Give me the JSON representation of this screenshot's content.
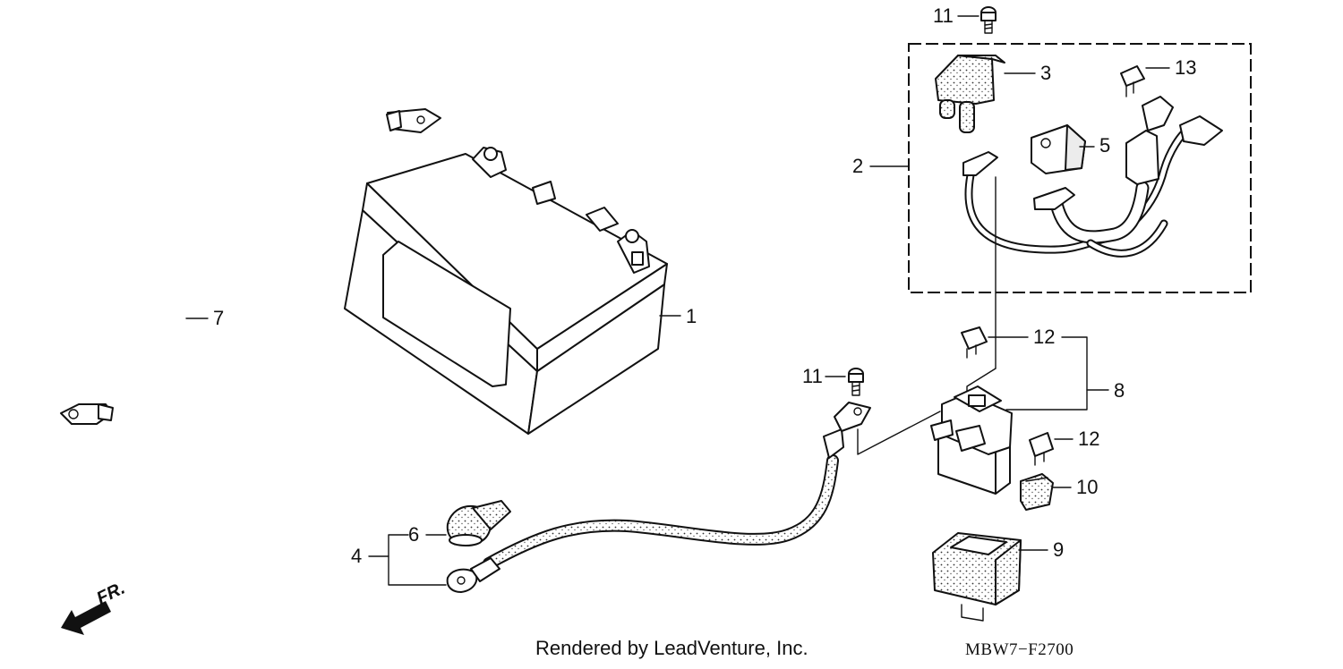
{
  "callouts": {
    "c1": "1",
    "c2": "2",
    "c3": "3",
    "c4": "4",
    "c5": "5",
    "c6": "6",
    "c7": "7",
    "c8": "8",
    "c9": "9",
    "c10": "10",
    "c11a": "11",
    "c11b": "11",
    "c12a": "12",
    "c12b": "12",
    "c13": "13"
  },
  "direction": {
    "label": "FR."
  },
  "footer": {
    "credit": "Rendered by LeadVenture, Inc.",
    "code": "MBW7−F2700"
  }
}
